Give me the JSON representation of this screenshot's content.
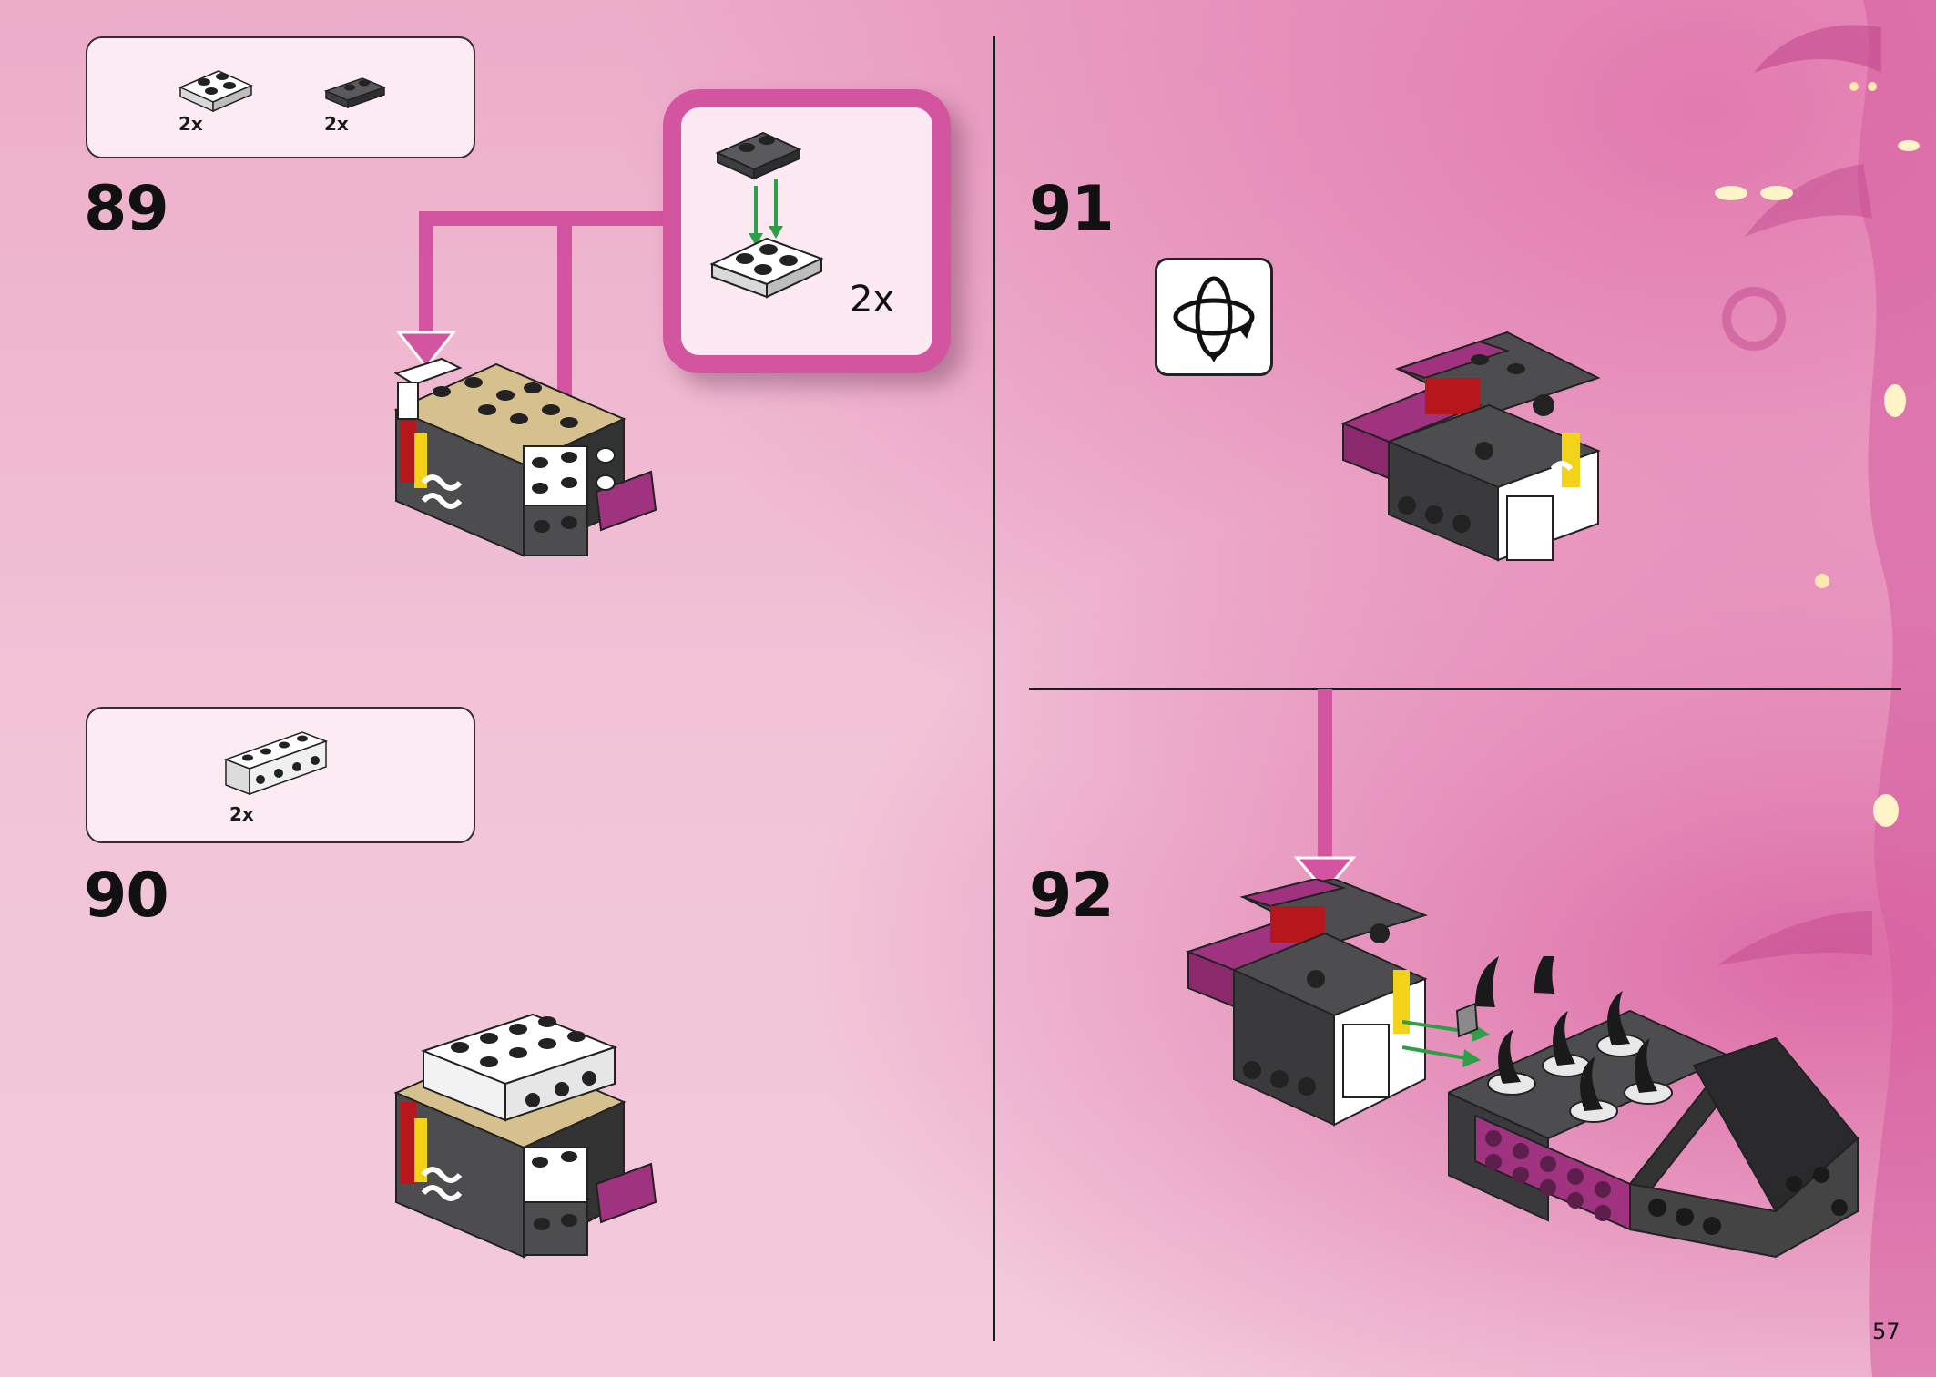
{
  "page": {
    "number": "57"
  },
  "steps": [
    {
      "id": "89",
      "label": "89",
      "parts": [
        {
          "qty": "2x",
          "part": "white-2x2-plate"
        },
        {
          "qty": "2x",
          "part": "dark-gray-1x2-plate"
        }
      ],
      "callout_qty": "2x"
    },
    {
      "id": "90",
      "label": "90",
      "parts": [
        {
          "qty": "2x",
          "part": "white-1x4-brick-with-studs-on-side"
        }
      ]
    },
    {
      "id": "91",
      "label": "91",
      "icon": "rotate-model-icon"
    },
    {
      "id": "92",
      "label": "92"
    }
  ],
  "colors": {
    "accent": "#d4559f",
    "background": "#f2c4d8",
    "arrow_green": "#2e9e48",
    "brick_purple": "#a0337f",
    "brick_dark": "#4d4d4f",
    "brick_tan": "#d6c08e",
    "brick_red": "#b5171d"
  }
}
